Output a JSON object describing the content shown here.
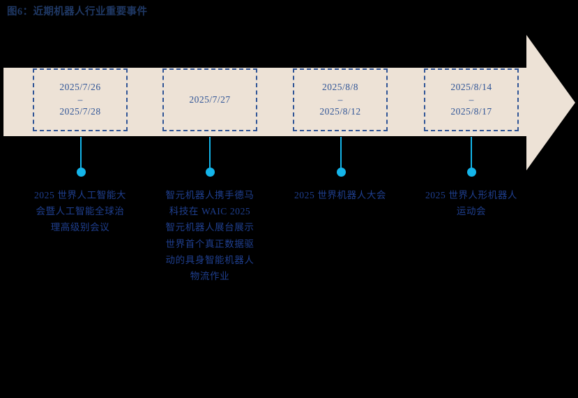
{
  "title": "图6：近期机器人行业重要事件",
  "colors": {
    "background": "#000000",
    "arrow_fill": "#EDE2D6",
    "title_text": "#1F3864",
    "box_border": "#2F5496",
    "date_text": "#2F5496",
    "connector": "#14B5EA",
    "event_text": "#1F3F8F"
  },
  "arrow": {
    "name": "timeline-arrow",
    "direction": "right"
  },
  "milestones": [
    {
      "date_start": "2025/7/26",
      "date_separator": "–",
      "date_end": "2025/7/28",
      "event": "2025 世界人工智能大会暨人工智能全球治理高级别会议"
    },
    {
      "date_start": "2025/7/27",
      "date_separator": "",
      "date_end": "",
      "event": "智元机器人携手德马科技在 WAIC 2025 智元机器人展台展示世界首个真正数据驱动的具身智能机器人物流作业"
    },
    {
      "date_start": "2025/8/8",
      "date_separator": "–",
      "date_end": "2025/8/12",
      "event": "2025 世界机器人大会"
    },
    {
      "date_start": "2025/8/14",
      "date_separator": "–",
      "date_end": "2025/8/17",
      "event": "2025 世界人形机器人运动会"
    }
  ]
}
